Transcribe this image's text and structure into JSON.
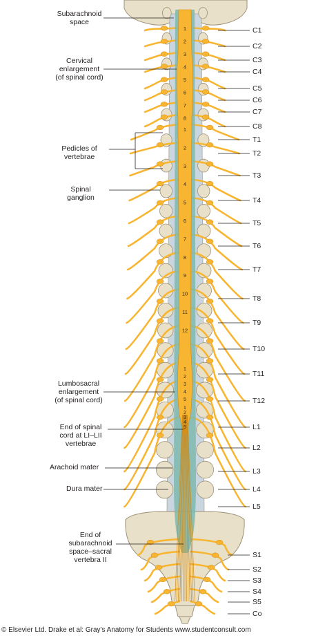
{
  "left_labels": [
    {
      "id": "subarachnoid-space",
      "lines": [
        "Subarachnoid",
        "space"
      ]
    },
    {
      "id": "cervical-enlargement",
      "lines": [
        "Cervical",
        "enlargement",
        "(of spinal cord)"
      ]
    },
    {
      "id": "pedicles-of-vertebrae",
      "lines": [
        "Pedicles of",
        "vertebrae"
      ]
    },
    {
      "id": "spinal-ganglion",
      "lines": [
        "Spinal",
        "ganglion"
      ]
    },
    {
      "id": "lumbosacral-enlargement",
      "lines": [
        "Lumbosacral",
        "enlargement",
        "(of spinal cord)"
      ]
    },
    {
      "id": "end-of-spinal-cord",
      "lines": [
        "End of spinal",
        "cord at LI–LII",
        "vertebrae"
      ]
    },
    {
      "id": "arachoid-mater",
      "lines": [
        "Arachoid mater"
      ]
    },
    {
      "id": "dura-mater",
      "lines": [
        "Dura mater"
      ]
    },
    {
      "id": "end-of-subarachnoid-space",
      "lines": [
        "End of",
        "subarachnoid",
        "space–sacral",
        "vertebra II"
      ]
    }
  ],
  "levels": [
    "C1",
    "C2",
    "C3",
    "C4",
    "C5",
    "C6",
    "C7",
    "C8",
    "T1",
    "T2",
    "T3",
    "T4",
    "T5",
    "T6",
    "T7",
    "T8",
    "T9",
    "T10",
    "T11",
    "T12",
    "L1",
    "L2",
    "L3",
    "L4",
    "L5",
    "S1",
    "S2",
    "S3",
    "S4",
    "S5",
    "Co"
  ],
  "segment_numbers": [
    "1",
    "2",
    "3",
    "4",
    "5",
    "6",
    "7",
    "8",
    "1",
    "2",
    "3",
    "4",
    "5",
    "6",
    "7",
    "8",
    "9",
    "10",
    "11",
    "12",
    "1",
    "2",
    "3",
    "4",
    "5",
    "1",
    "2",
    "3",
    "4",
    "5"
  ],
  "copyright": "© Elsevier Ltd. Drake et al: Gray's Anatomy for Students www.studentconsult.com",
  "colors": {
    "nerve": "#f7b531",
    "nerve_edge": "#d08a16",
    "bone": "#e8e0c8",
    "bone_edge": "#9c9078",
    "csf": "#7fb8ad",
    "disc": "#bcd0e0",
    "line": "#231f20"
  }
}
